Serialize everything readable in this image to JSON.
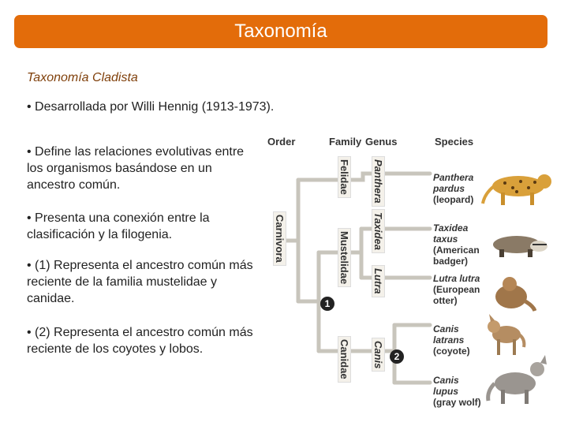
{
  "header": {
    "title": "Taxonomía"
  },
  "subtitle": "Taxonomía Cladista",
  "bullets": [
    "• Desarrollada por Willi Hennig (1913-1973).",
    "• Define las relaciones evolutivas entre los organismos basándose en un ancestro común.",
    "• Presenta una conexión entre la clasificación y la filogenia.",
    "• (1) Representa el ancestro común más reciente de la familia mustelidae y canidae.",
    "• (2) Representa el ancestro común más reciente de los coyotes y lobos."
  ],
  "figure": {
    "headers": {
      "order": "Order",
      "family": "Family",
      "genus": "Genus",
      "species": "Species"
    },
    "order": "Carnivora",
    "families": [
      "Felidae",
      "Mustelidae",
      "Canidae"
    ],
    "genera": [
      "Panthera",
      "Taxidea",
      "Lutra",
      "Canis"
    ],
    "species": [
      {
        "latin": "Panthera pardus",
        "common": "(leopard)"
      },
      {
        "latin": "Taxidea taxus",
        "common": "(American badger)"
      },
      {
        "latin": "Lutra lutra",
        "common": "(European otter)"
      },
      {
        "latin": "Canis latrans",
        "common": "(coyote)"
      },
      {
        "latin": "Canis lupus",
        "common": "(gray wolf)"
      }
    ],
    "markers": [
      "1",
      "2"
    ],
    "icons": [
      "leopard-icon",
      "badger-icon",
      "otter-icon",
      "coyote-icon",
      "wolf-icon"
    ]
  }
}
